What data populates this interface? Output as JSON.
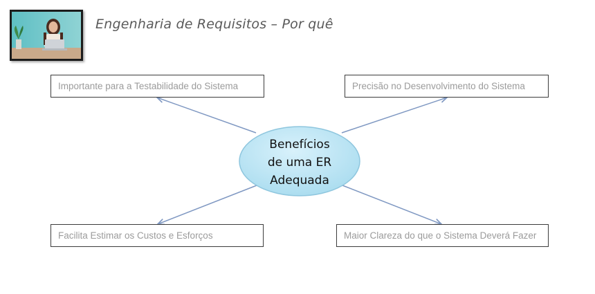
{
  "header": {
    "title": "Engenharia de Requisitos – Por quê"
  },
  "diagram": {
    "center": {
      "lines": [
        "Benefícios",
        "de uma ER",
        "Adequada"
      ]
    },
    "benefits": {
      "top_left": "Importante para a Testabilidade do Sistema",
      "top_right": "Precisão no Desenvolvimento do Sistema",
      "bottom_left": "Facilita Estimar os Custos e Esforços",
      "bottom_right": "Maior Clareza do que o Sistema Deverá Fazer"
    }
  },
  "colors": {
    "ellipse_fill": "#bfe7f6",
    "ellipse_stroke": "#8ec6de",
    "arrow": "#7f98c2",
    "box_border": "#3b3b3b",
    "box_text": "#9b9b9b"
  }
}
